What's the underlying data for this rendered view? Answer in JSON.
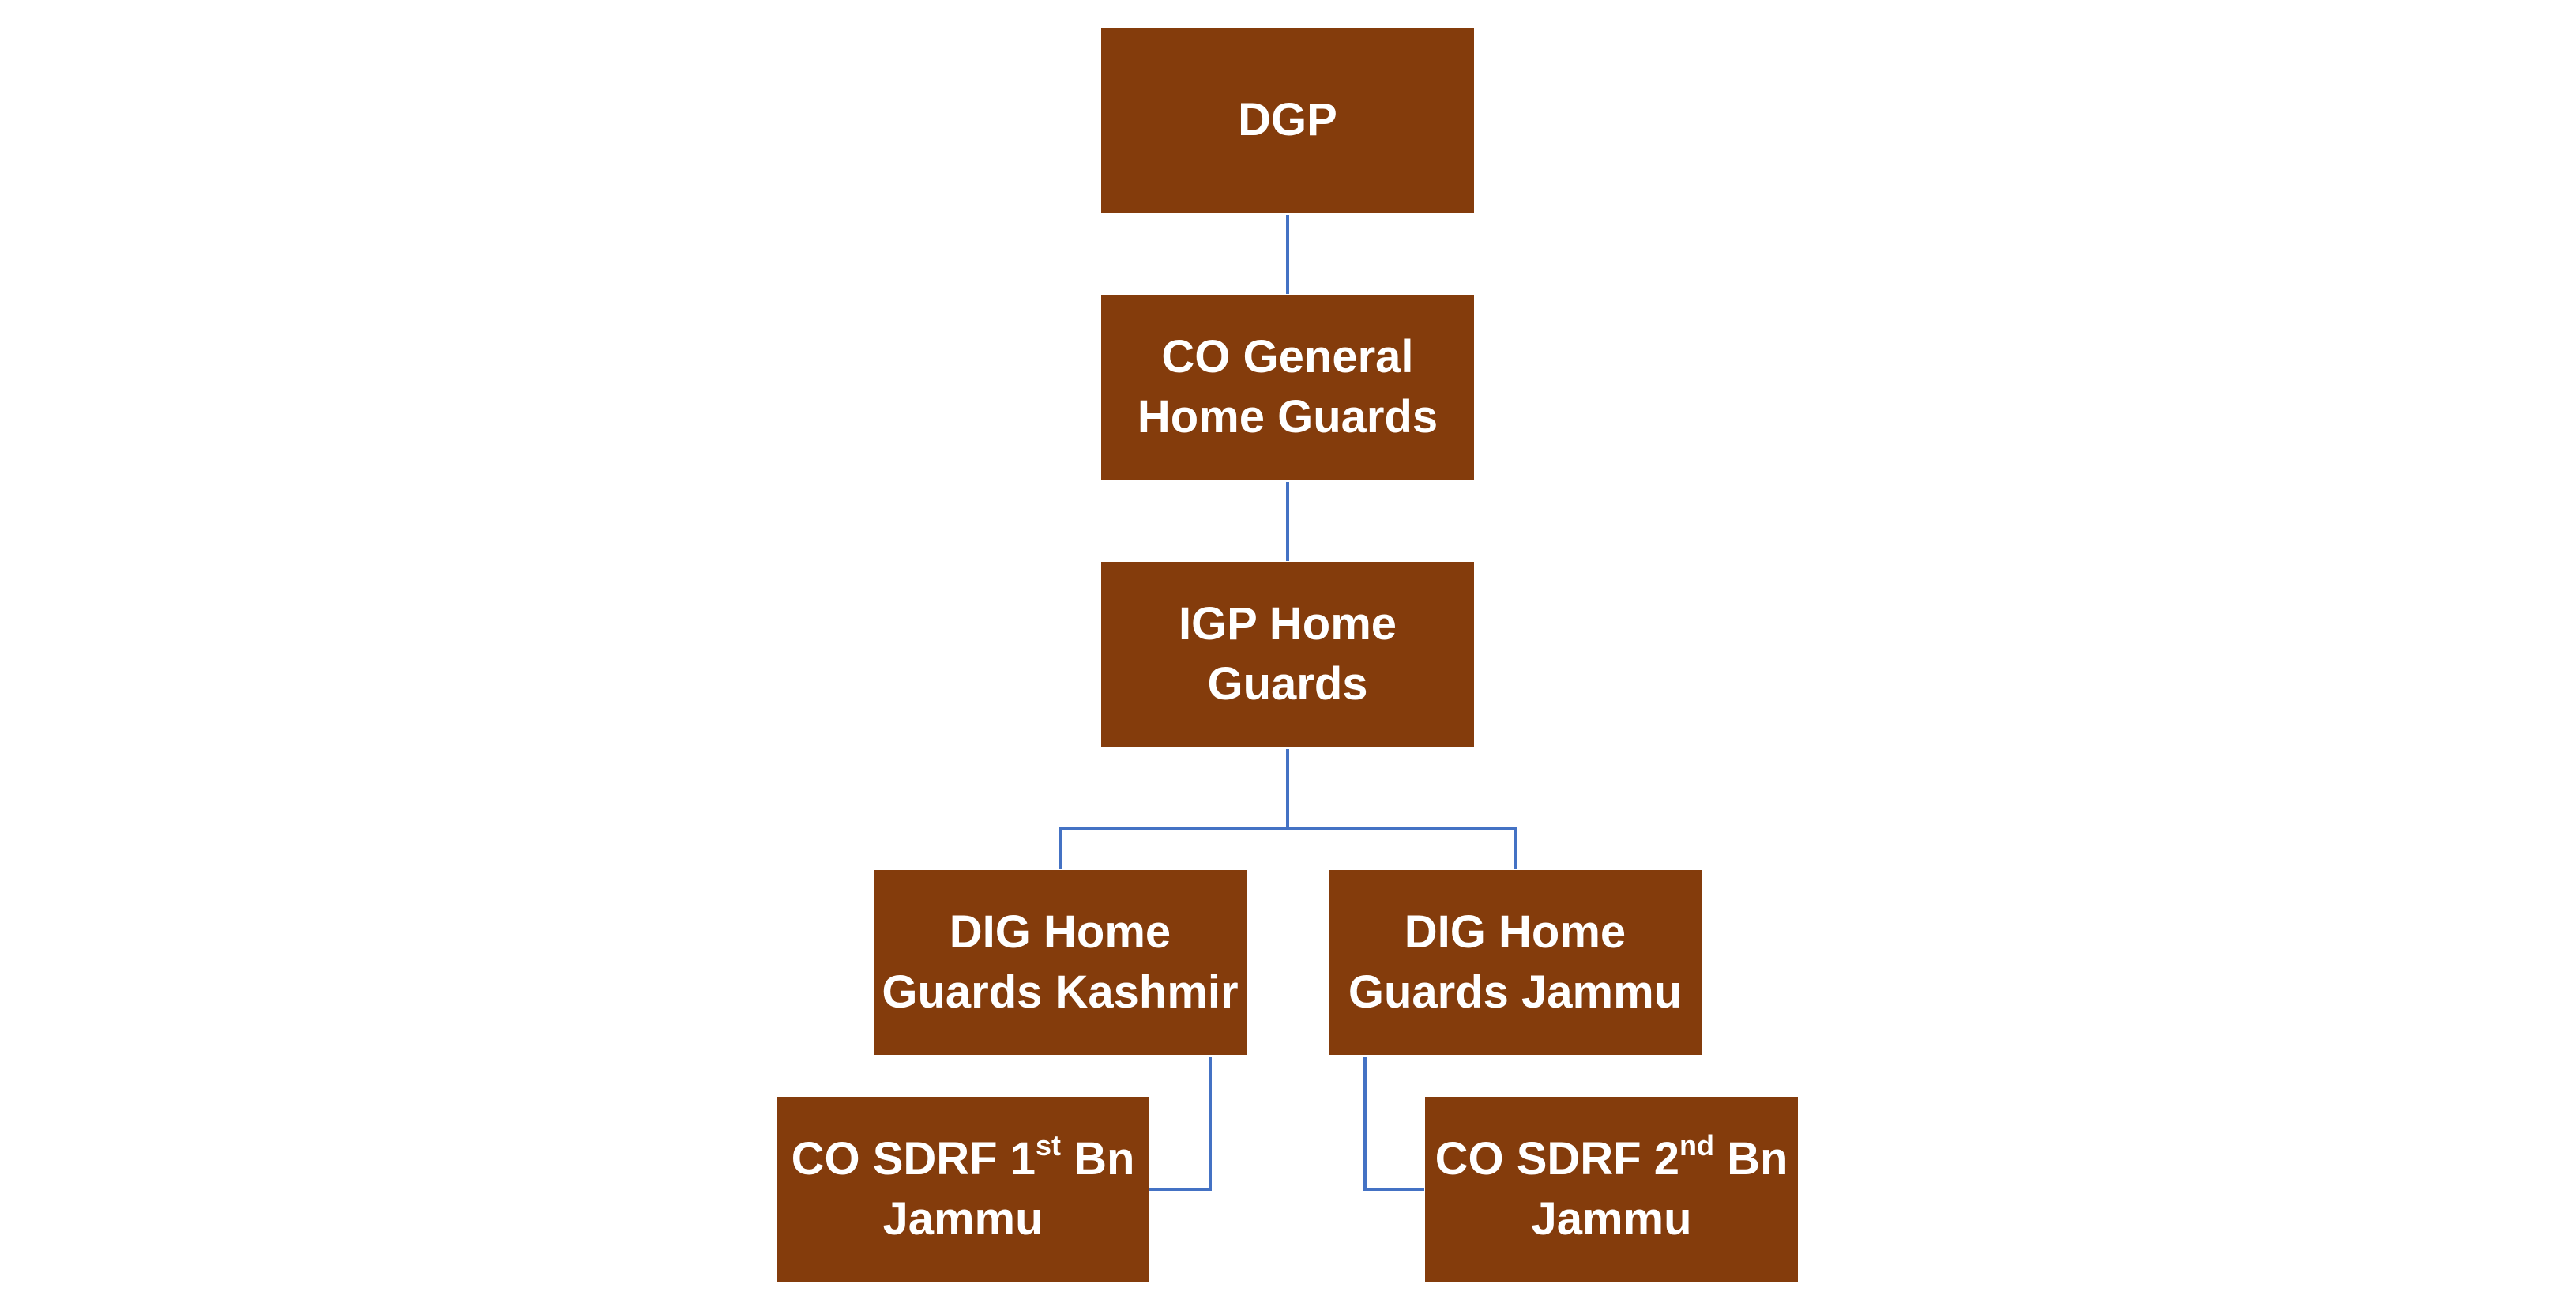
{
  "theme": {
    "node_fill": "#843c0c",
    "node_text": "#ffffff",
    "connector": "#4472c4"
  },
  "nodes": {
    "dgp": {
      "label": "DGP"
    },
    "co_general": {
      "line1": "CO General",
      "line2": "Home Guards"
    },
    "igp": {
      "line1": "IGP Home",
      "line2": "Guards"
    },
    "dig_kashmir": {
      "line1": "DIG Home",
      "line2": "Guards Kashmir"
    },
    "dig_jammu": {
      "line1": "DIG Home",
      "line2": "Guards Jammu"
    },
    "co_sdrf_1": {
      "pre": "CO SDRF 1",
      "sup": "st",
      "post": " Bn",
      "line2": "Jammu"
    },
    "co_sdrf_2": {
      "pre": "CO SDRF 2",
      "sup": "nd",
      "post": " Bn",
      "line2": "Jammu"
    }
  },
  "edges": [
    {
      "from": "DGP",
      "to": "CO General Home Guards"
    },
    {
      "from": "CO General Home Guards",
      "to": "IGP Home Guards"
    },
    {
      "from": "IGP Home Guards",
      "to": "DIG Home Guards Kashmir"
    },
    {
      "from": "IGP Home Guards",
      "to": "DIG Home Guards Jammu"
    },
    {
      "from": "DIG Home Guards Kashmir",
      "to": "CO SDRF 1st Bn Jammu"
    },
    {
      "from": "DIG Home Guards Jammu",
      "to": "CO SDRF 2nd Bn Jammu"
    }
  ]
}
